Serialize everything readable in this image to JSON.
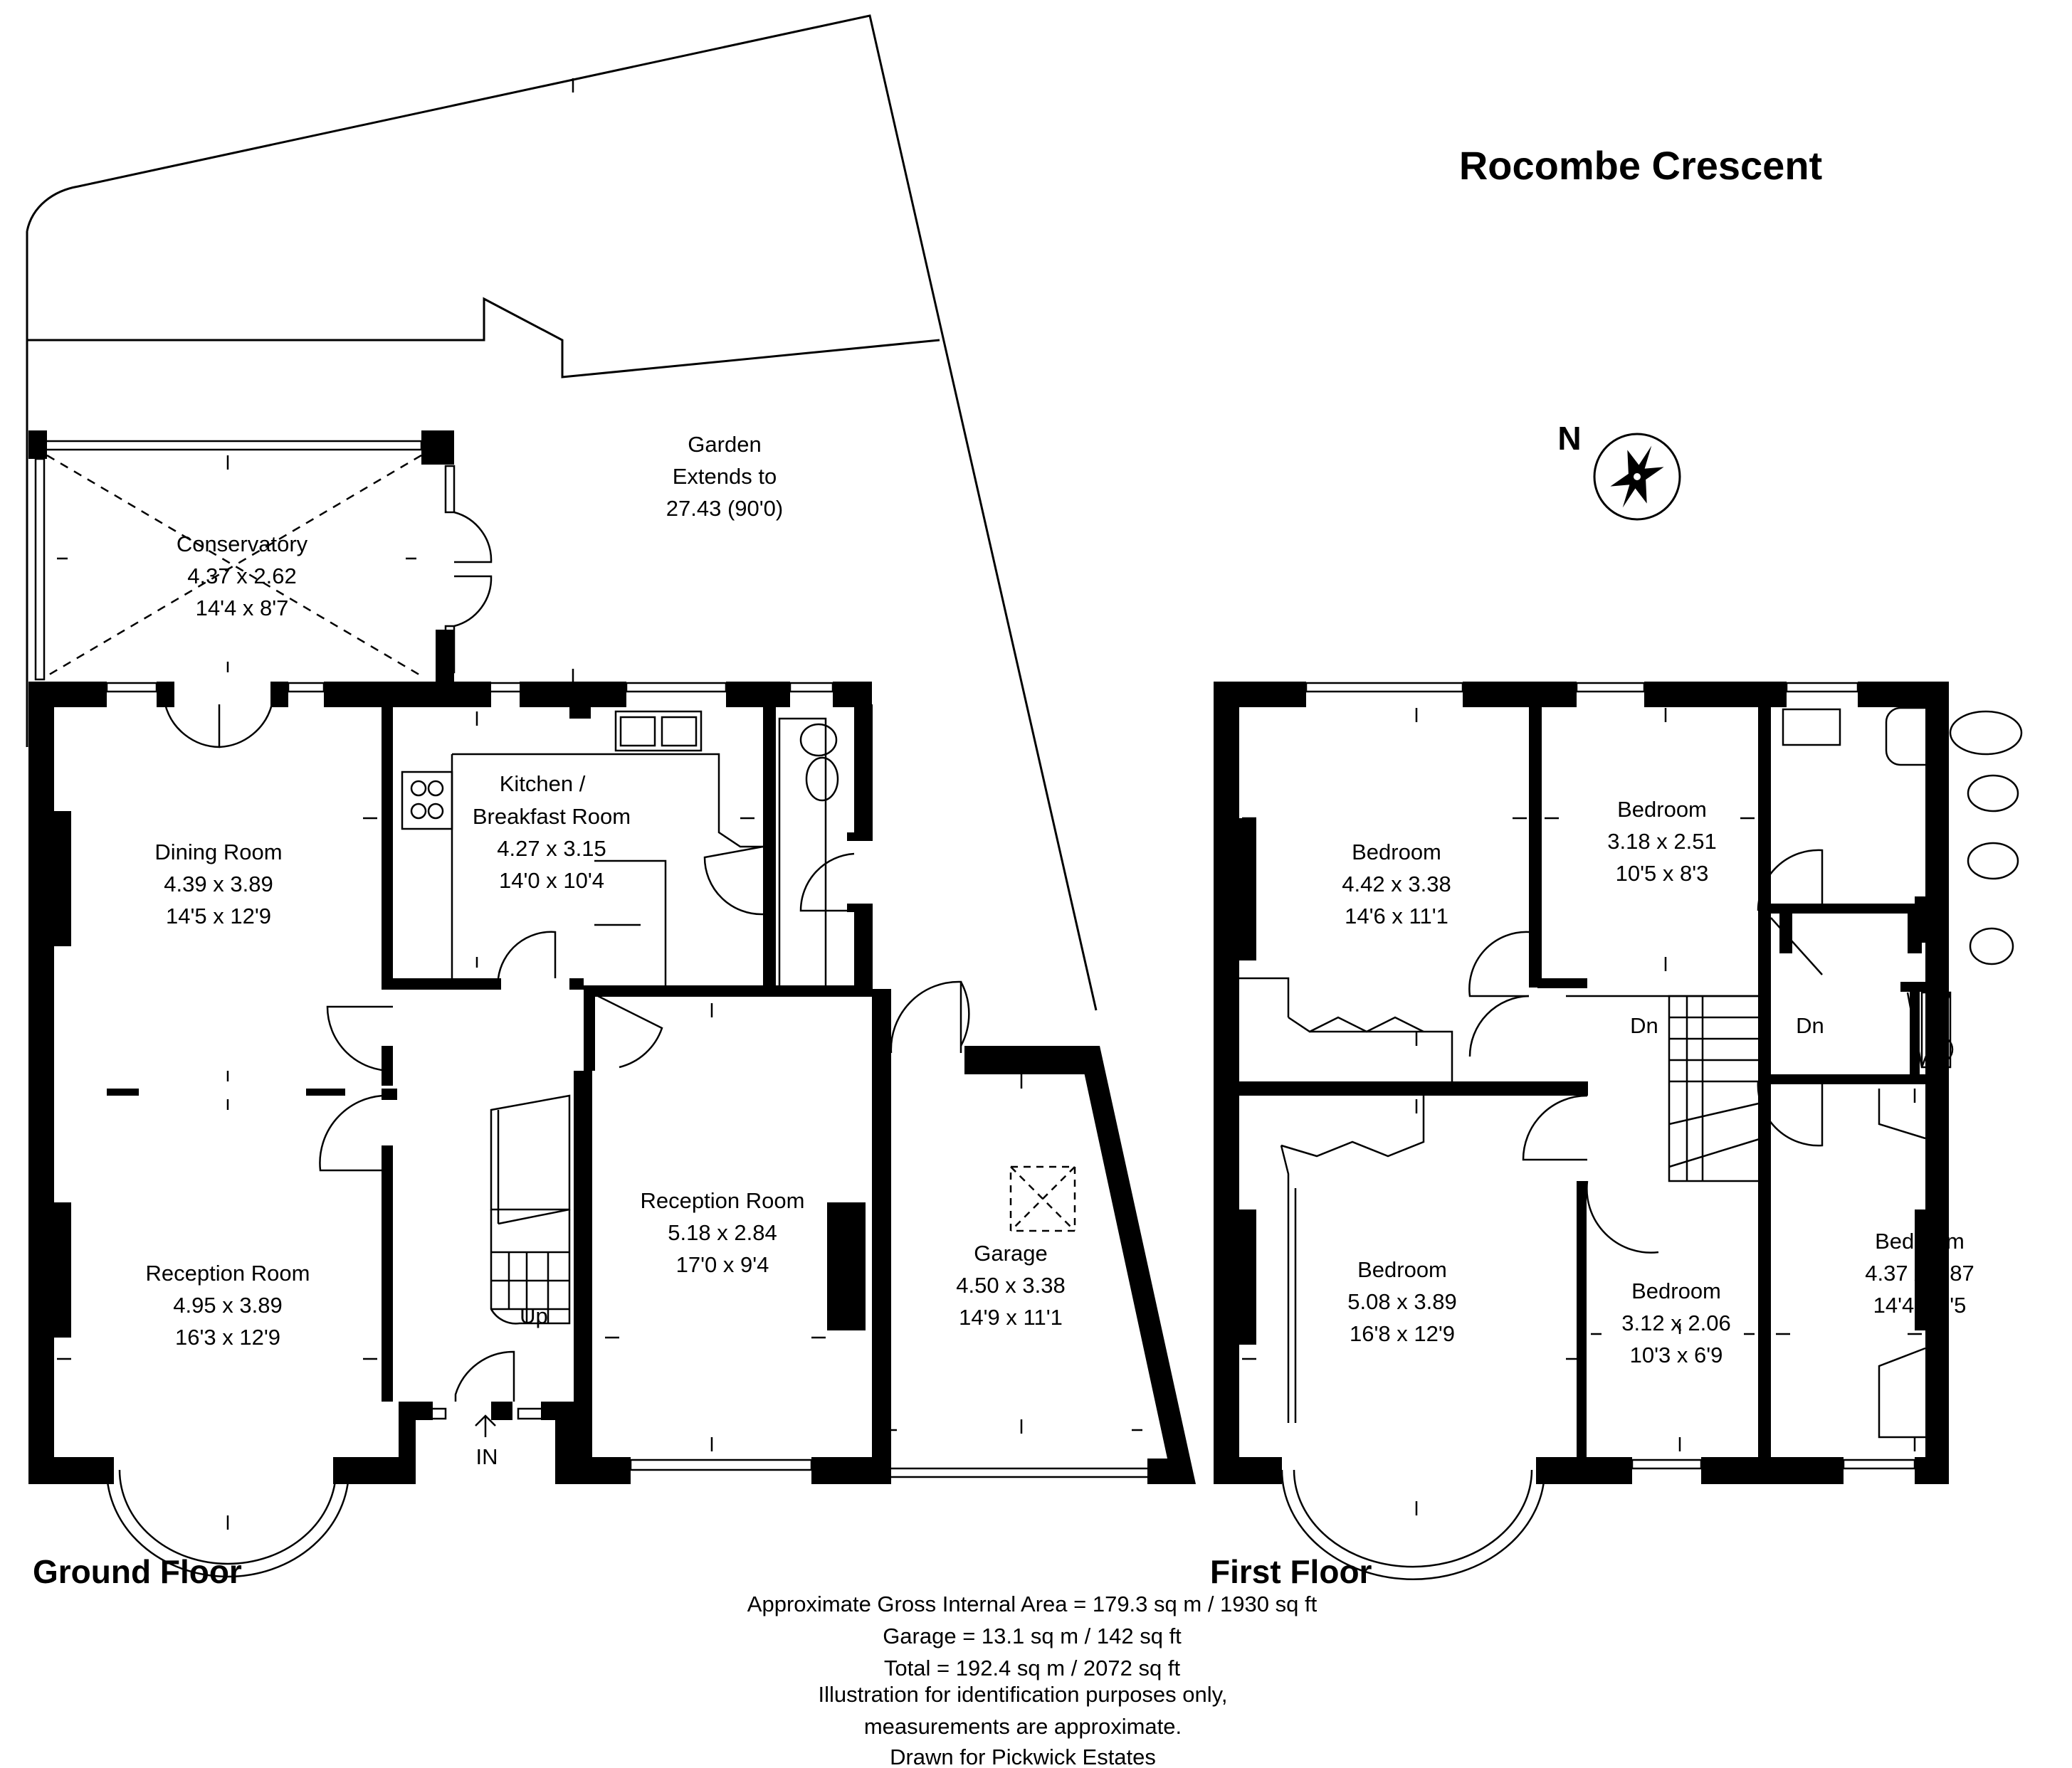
{
  "title": "Rocombe Crescent",
  "compass_label": "N",
  "floors": {
    "ground": "Ground Floor",
    "first": "First Floor"
  },
  "ground_rooms": {
    "garden": [
      "Garden",
      "Extends to",
      "27.43 (90'0)"
    ],
    "conservatory": [
      "Conservatory",
      "4.37 x 2.62",
      "14'4 x 8'7"
    ],
    "dining": [
      "Dining Room",
      "4.39 x 3.89",
      "14'5 x 12'9"
    ],
    "kitchen": [
      "Kitchen /",
      "Breakfast Room",
      "4.27 x 3.15",
      "14'0 x 10'4"
    ],
    "reception_front": [
      "Reception Room",
      "4.95 x 3.89",
      "16'3 x 12'9"
    ],
    "reception_back": [
      "Reception Room",
      "5.18 x 2.84",
      "17'0 x 9'4"
    ],
    "garage": [
      "Garage",
      "4.50 x 3.38",
      "14'9 x 11'1"
    ]
  },
  "ground_labels": {
    "up": "Up",
    "in": "IN"
  },
  "first_rooms": {
    "bed1": [
      "Bedroom",
      "4.42 x 3.38",
      "14'6 x 11'1"
    ],
    "bed2": [
      "Bedroom",
      "3.18 x 2.51",
      "10'5 x 8'3"
    ],
    "bed3": [
      "Bedroom",
      "5.08 x 3.89",
      "16'8 x 12'9"
    ],
    "bed4": [
      "Bedroom",
      "3.12 x 2.06",
      "10'3 x 6'9"
    ],
    "bed5": [
      "Bedroom",
      "4.37 x 2.87",
      "14'4 x 9'5"
    ]
  },
  "first_labels": {
    "dn_left": "Dn",
    "dn_right": "Dn"
  },
  "footer": {
    "line1": "Approximate Gross Internal Area = 179.3 sq m / 1930 sq ft",
    "line2": "Garage = 13.1 sq m / 142 sq ft",
    "line3": "Total = 192.4 sq m / 2072 sq ft",
    "line4": "Illustration for identification purposes only,",
    "line5": "measurements are approximate.",
    "line6": "Drawn for Pickwick Estates"
  }
}
